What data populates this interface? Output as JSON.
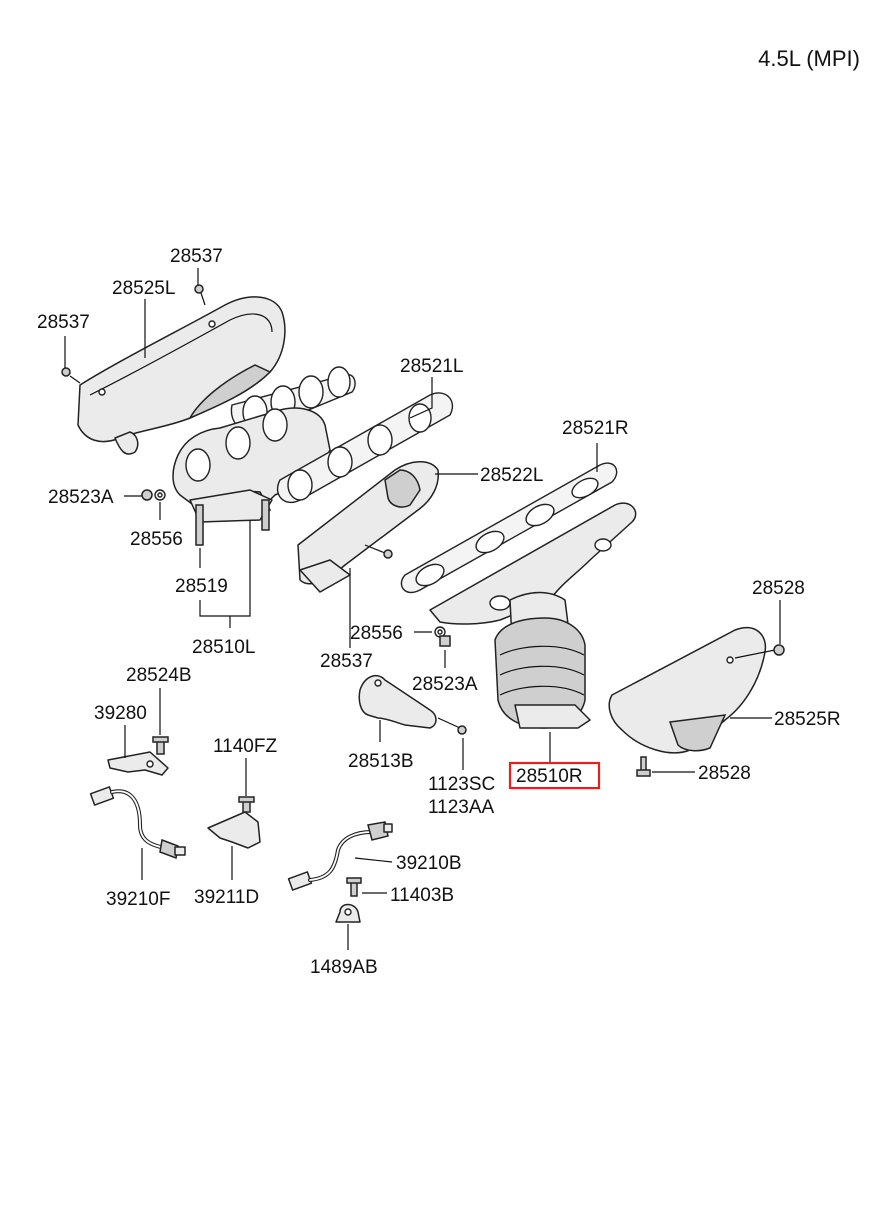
{
  "diagram": {
    "title": "4.5L (MPI)",
    "highlight_color": "#e0231f",
    "labels": {
      "p28537_top": "28537",
      "p28525L": "28525L",
      "p28537_left": "28537",
      "p28521L": "28521L",
      "p28521R": "28521R",
      "p28522L": "28522L",
      "p28523A_left": "28523A",
      "p28556_left": "28556",
      "p28519": "28519",
      "p28510L": "28510L",
      "p28556_mid": "28556",
      "p28537_mid": "28537",
      "p28523A_mid": "28523A",
      "p28528_top": "28528",
      "p28525R": "28525R",
      "p28528_bottom": "28528",
      "p28524B": "28524B",
      "p39280": "39280",
      "p1140FZ": "1140FZ",
      "p28513B": "28513B",
      "p1123SC": "1123SC",
      "p1123AA": "1123AA",
      "p28510R": "28510R",
      "p39210B": "39210B",
      "p11403B": "11403B",
      "p39210F": "39210F",
      "p39211D": "39211D",
      "p1489AB": "1489AB"
    },
    "highlighted_part": "28510R"
  }
}
